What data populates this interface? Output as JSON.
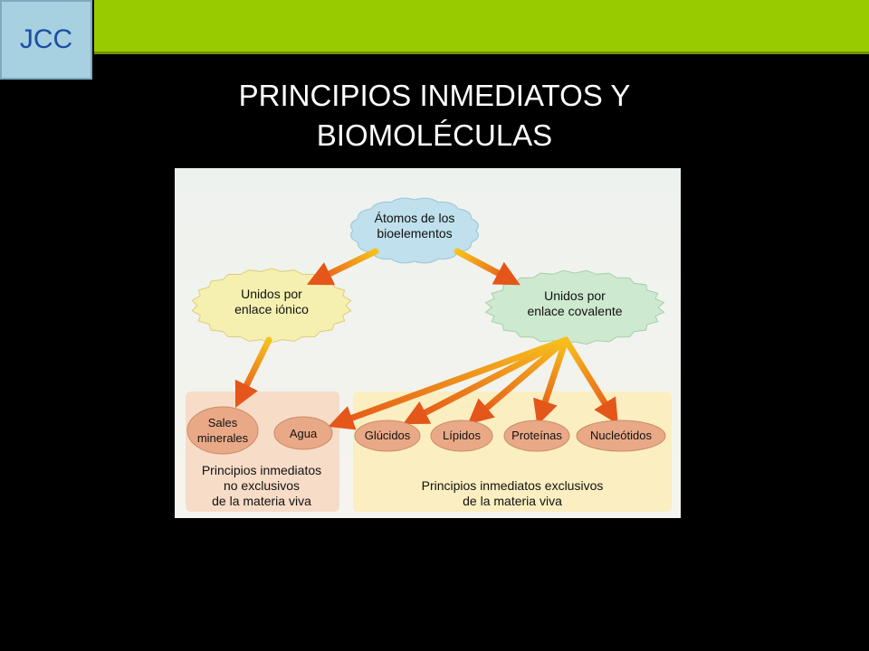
{
  "badge": {
    "label": "JCC"
  },
  "slide": {
    "title_line1": "PRINCIPIOS INMEDIATOS Y",
    "title_line2": "BIOMOLÉCULAS"
  },
  "diagram": {
    "root": {
      "line1": "Átomos de los",
      "line2": "bioelementos"
    },
    "ionic": {
      "line1": "Unidos por",
      "line2": "enlace iónico"
    },
    "covalent": {
      "line1": "Unidos por",
      "line2": "enlace covalente"
    },
    "non_exclusive": {
      "items": [
        {
          "line1": "Sales",
          "line2": "minerales"
        },
        {
          "line1": "Agua",
          "line2": ""
        }
      ],
      "caption_line1": "Principios inmediatos",
      "caption_line2": "no exclusivos",
      "caption_line3": "de la materia viva"
    },
    "exclusive": {
      "items": [
        "Glúcidos",
        "Lípidos",
        "Proteínas",
        "Nucleótidos"
      ],
      "caption_line1": "Principios inmediatos exclusivos",
      "caption_line2": "de la materia viva"
    },
    "colors": {
      "panel_left": "#f7dcc8",
      "panel_right": "#fbeec0",
      "root_fill": "#bfe0ec",
      "ionic_fill": "#f5f0b0",
      "covalent_fill": "#cde9cf",
      "oval_fill": "#e9a987",
      "arrow_start": "#f7c21c",
      "arrow_end": "#e4561a"
    }
  }
}
